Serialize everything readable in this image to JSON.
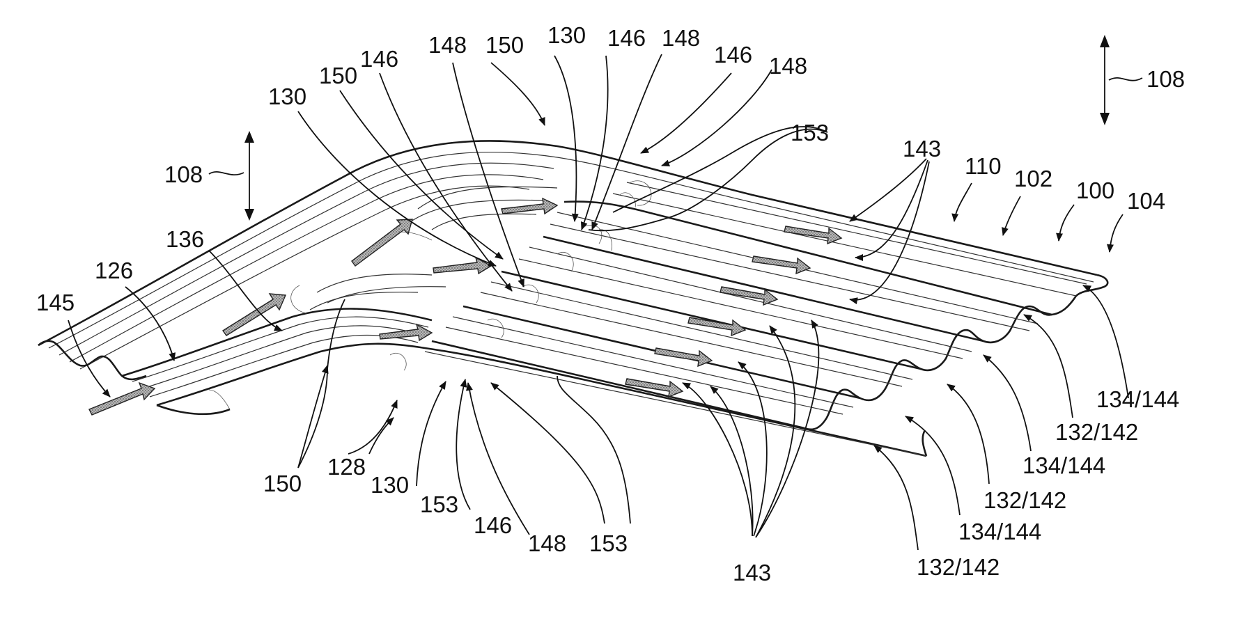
{
  "labels": {
    "l108_left": "108",
    "l108_right": "108",
    "l145": "145",
    "l126": "126",
    "l136": "136",
    "l130_a": "130",
    "l150_a": "150",
    "l146_a": "146",
    "l148_a": "148",
    "l150_b": "150",
    "l130_b": "130",
    "l146_b": "146",
    "l148_b": "148",
    "l146_c": "146",
    "l148_c": "148",
    "l153_top": "153",
    "l143_top": "143",
    "l110": "110",
    "l102": "102",
    "l100": "100",
    "l104": "104",
    "l134_144_a": "134/144",
    "l132_142_a": "132/142",
    "l134_144_b": "134/144",
    "l132_142_b": "132/142",
    "l134_144_c": "134/144",
    "l132_142_c": "132/142",
    "l150_c": "150",
    "l128": "128",
    "l130_c": "130",
    "l153_b": "153",
    "l146_d": "146",
    "l148_d": "148",
    "l153_c": "153",
    "l143_bottom": "143"
  }
}
